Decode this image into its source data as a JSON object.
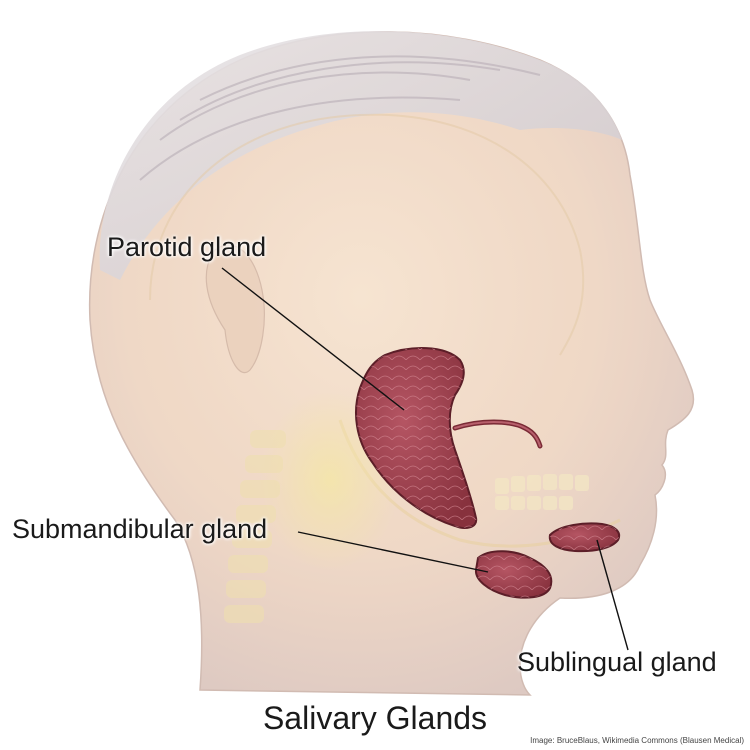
{
  "figure": {
    "title": "Salivary Glands",
    "credit": "Image: BruceBlaus, Wikimedia Commons (Blausen Medical)"
  },
  "labels": {
    "parotid": "Parotid gland",
    "submandibular": "Submandibular gland",
    "sublingual": "Sublingual gland"
  },
  "colors": {
    "skin": "#f3dcc8",
    "hair": "#dcd6d6",
    "gland": "#9e3f4a",
    "gland_outline": "#5c1e28",
    "bone": "#f2e2a8",
    "background": "#ffffff"
  }
}
